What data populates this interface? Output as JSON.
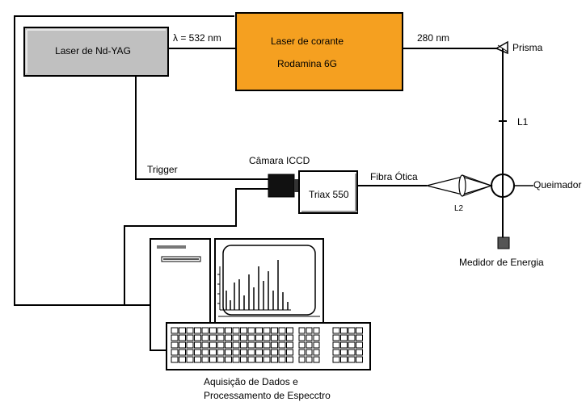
{
  "labels": {
    "laser_ndyag": "Laser de Nd-YAG",
    "wavelength_532": "λ = 532 nm",
    "dye_laser_line1": "Laser de corante",
    "dye_laser_line2": "Rodamina 6G",
    "wavelength_280": "280 nm",
    "prism": "Prisma",
    "lens_l1": "L1",
    "trigger": "Trigger",
    "iccd_camera": "Câmara ICCD",
    "triax": "Triax 550",
    "optical_fiber": "Fibra Ótica",
    "lens_l2": "L2",
    "burner": "Queimador",
    "energy_meter": "Medidor de Energia",
    "acquisition_line1": "Aquisição de Dados e",
    "acquisition_line2": "Processamento de Especctro"
  },
  "colors": {
    "dye_laser_fill": "#f5a020",
    "ndyag_fill": "#c0c0c0",
    "line": "#000000"
  },
  "icons": {
    "computer": "desktop-computer-icon",
    "spectrum": "emission-spectrum-plot-icon"
  }
}
